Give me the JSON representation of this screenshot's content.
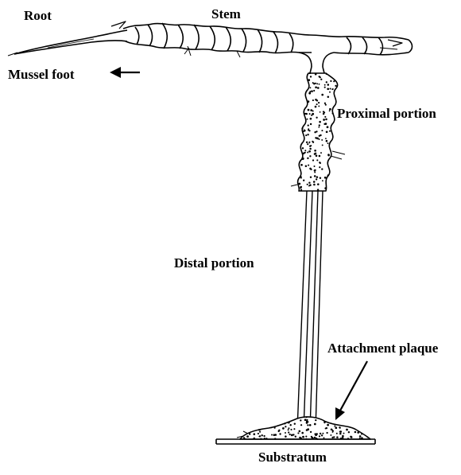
{
  "figure": {
    "labels": {
      "root": "Root",
      "stem": "Stem",
      "mussel_foot": "Mussel foot",
      "proximal_portion": "Proximal portion",
      "distal_portion": "Distal portion",
      "attachment_plaque": "Attachment plaque",
      "substratum": "Substratum"
    },
    "colors": {
      "ink": "#000000",
      "background": "#ffffff"
    }
  }
}
